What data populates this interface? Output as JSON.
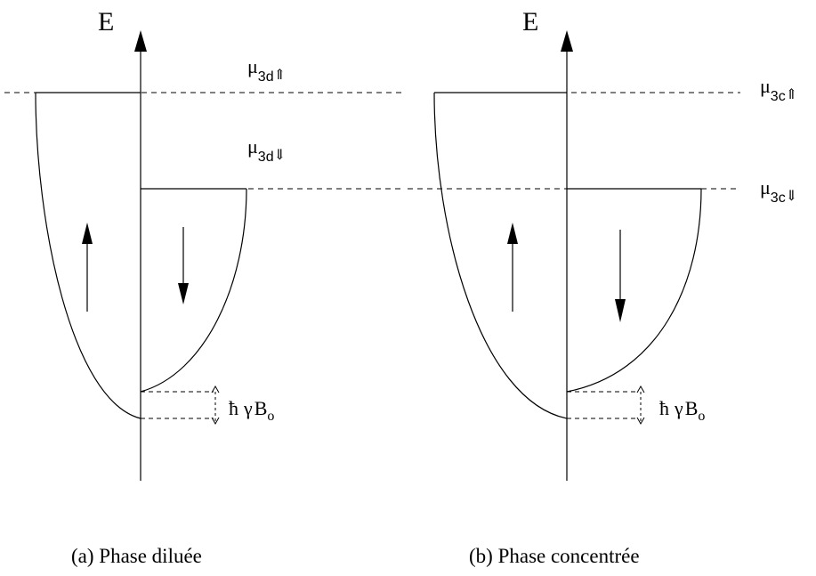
{
  "panels": [
    {
      "axis_label": "E",
      "mu_up": {
        "symbol": "μ",
        "sub": "3d",
        "arrow": "⇑"
      },
      "mu_down": {
        "symbol": "μ",
        "sub": "3d",
        "arrow": "⇓"
      },
      "zeeman": {
        "hbar": "ħ",
        "gamma": "γ",
        "b": "B",
        "sub": "o"
      },
      "caption": "(a) Phase diluée"
    },
    {
      "axis_label": "E",
      "mu_up": {
        "symbol": "μ",
        "sub": "3c",
        "arrow": "⇑"
      },
      "mu_down": {
        "symbol": "μ",
        "sub": "3c",
        "arrow": "⇓"
      },
      "zeeman": {
        "hbar": "ħ",
        "gamma": "γ",
        "b": "B",
        "sub": "o"
      },
      "caption": "(b) Phase concentrée"
    }
  ]
}
